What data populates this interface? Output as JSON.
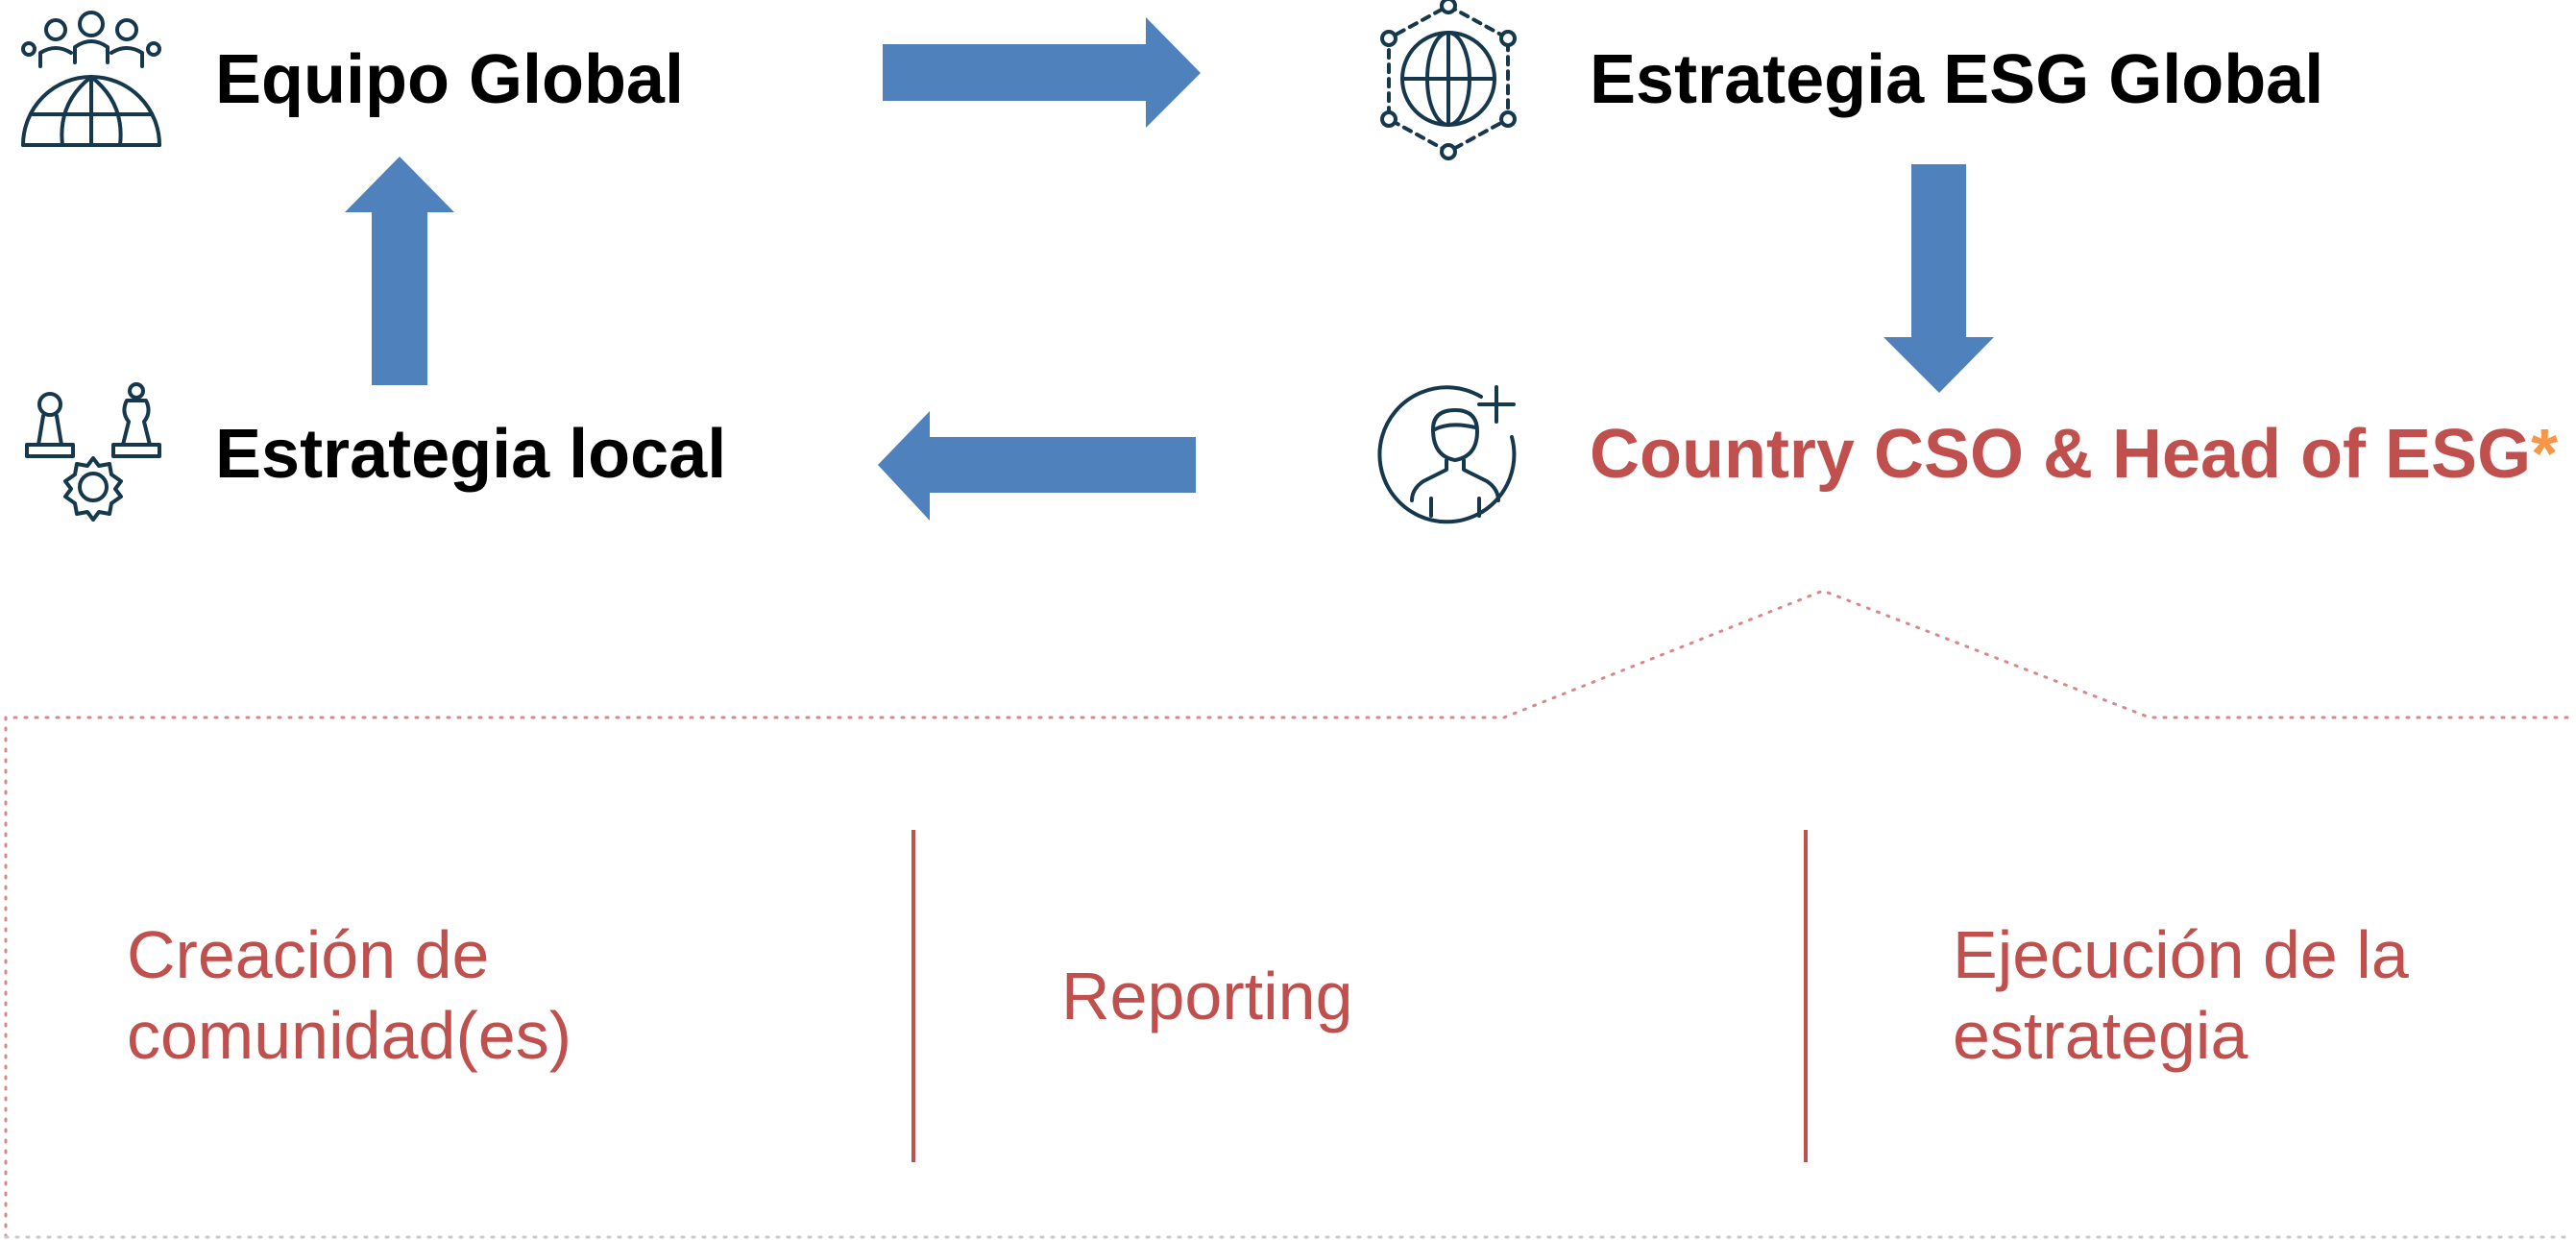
{
  "colors": {
    "arrow": "#4F81BD",
    "icon": "#16384D",
    "accent_red": "#C0504D",
    "asterisk_orange": "#F79646",
    "dotted_border": "#D9888A",
    "label_black": "#000000"
  },
  "nodes": {
    "global_team": {
      "label": "Equipo Global",
      "icon": "global-team-icon"
    },
    "global_strategy": {
      "label": "Estrategia ESG Global",
      "icon": "globe-network-icon"
    },
    "country_head": {
      "label": "Country CSO & Head of ESG",
      "asterisk": "*",
      "icon": "add-person-icon"
    },
    "local_strategy": {
      "label": "Estrategia local",
      "icon": "chess-gear-icon"
    }
  },
  "flow": [
    {
      "from": "global_team",
      "to": "global_strategy",
      "direction": "right"
    },
    {
      "from": "global_strategy",
      "to": "country_head",
      "direction": "down"
    },
    {
      "from": "country_head",
      "to": "local_strategy",
      "direction": "left"
    },
    {
      "from": "local_strategy",
      "to": "global_team",
      "direction": "up"
    }
  ],
  "functions": {
    "community": {
      "line1": "Creación de",
      "line2": "comunidad(es)"
    },
    "reporting": {
      "label": "Reporting"
    },
    "execution": {
      "line1": "Ejecución de la",
      "line2": "estrategia"
    }
  }
}
